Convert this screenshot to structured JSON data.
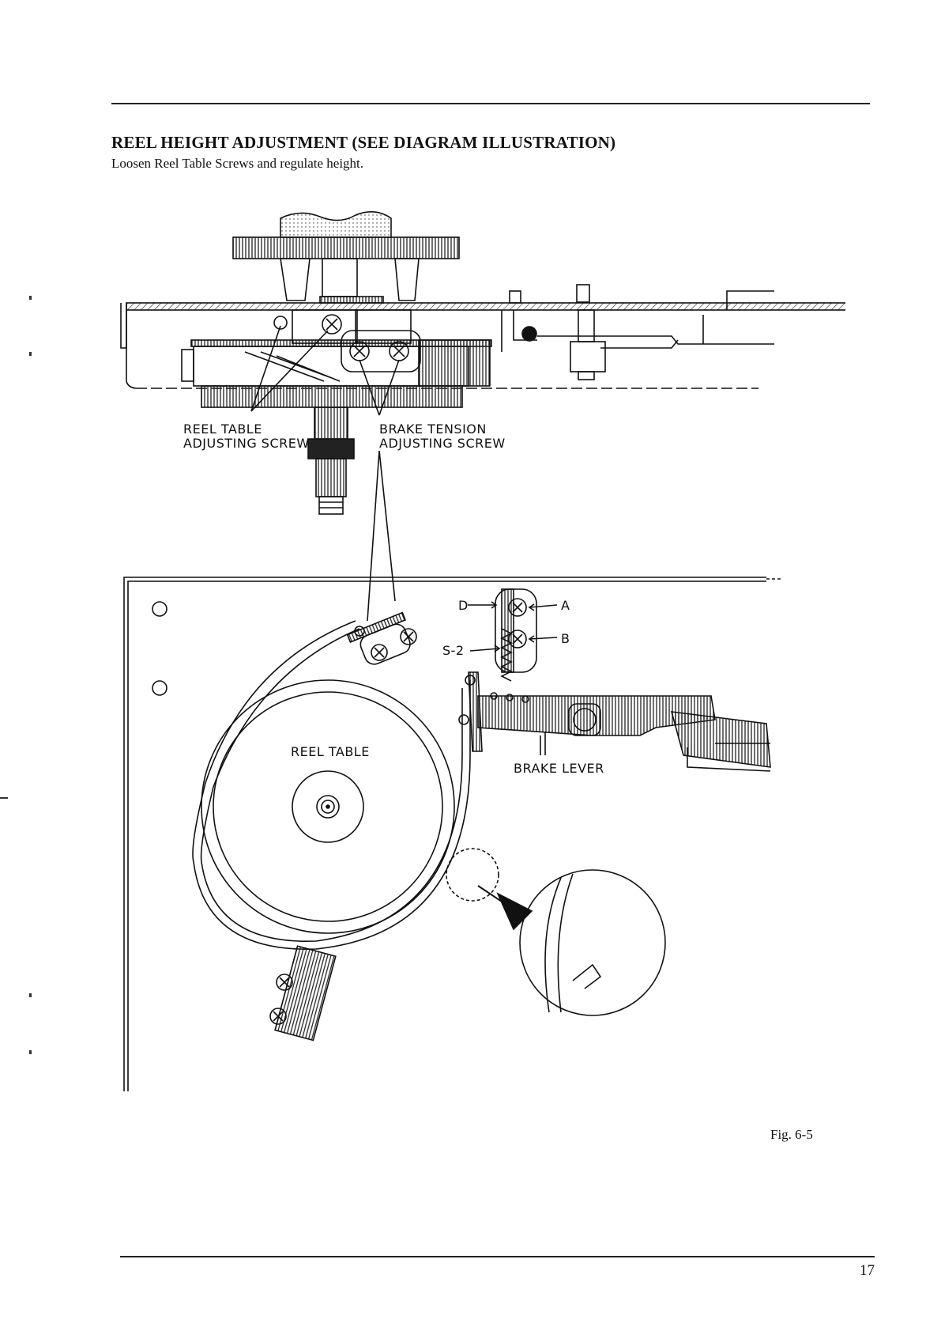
{
  "header": {
    "title": "REEL HEIGHT ADJUSTMENT (SEE DIAGRAM ILLUSTRATION)",
    "subtitle": "Loosen Reel Table Screws and regulate height."
  },
  "diagram": {
    "labels": {
      "reel_table_screw_line1": "REEL TABLE",
      "reel_table_screw_line2": "ADJUSTING SCREW",
      "brake_screw_line1": "BRAKE TENSION",
      "brake_screw_line2": "ADJUSTING SCREW",
      "reel_table": "REEL TABLE",
      "brake_lever": "BRAKE LEVER",
      "d": "D",
      "a": "A",
      "b": "B",
      "s2": "S-2"
    }
  },
  "footer": {
    "figure_label": "Fig. 6-5",
    "page_number": "17"
  }
}
